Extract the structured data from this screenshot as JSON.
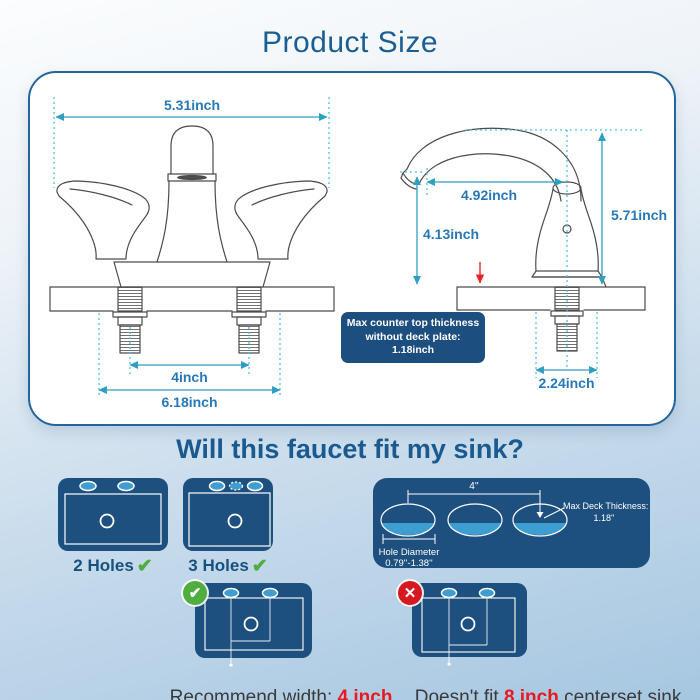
{
  "title": "Product Size",
  "front_view": {
    "overall_width": "5.31inch",
    "hole_spacing": "4inch",
    "base_width": "6.18inch"
  },
  "side_view": {
    "spout_reach": "4.92inch",
    "spout_height": "4.13inch",
    "overall_height": "5.71inch",
    "base_depth": "2.24inch",
    "counter_badge": {
      "line1": "Max counter top thickness",
      "line2": "without deck plate:",
      "line3": "1.18inch"
    }
  },
  "fit": {
    "heading": "Will this faucet fit my sink?",
    "two_holes_label": "2 Holes",
    "three_holes_label": "3 Holes",
    "check_icon": "✔",
    "cross_icon": "✕",
    "hole_panel": {
      "spacing": "4''",
      "hole_diameter_label": "Hole Diameter",
      "hole_diameter_range": "0.79''-1.38''",
      "deck_thickness_label": "Max Deck Thickness:",
      "deck_thickness_value": "1.18''"
    },
    "recommend_prefix": "Recommend width: ",
    "recommend_value": "4 inch",
    "not_fit_prefix": "Doesn't fit ",
    "not_fit_value": "8 inch",
    "not_fit_suffix": " centerset sink"
  },
  "colors": {
    "heading_blue": "#1b5e93",
    "navy_panel": "#1d4f7f",
    "dimension_text_blue": "#2878b8",
    "dimension_line_teal": "#2f9ec0",
    "dotted_cyan": "#4fc0dd",
    "hole_fill_blue": "#3e9ed1",
    "alert_red": "#e8191f",
    "success_green": "#4fae3f"
  }
}
